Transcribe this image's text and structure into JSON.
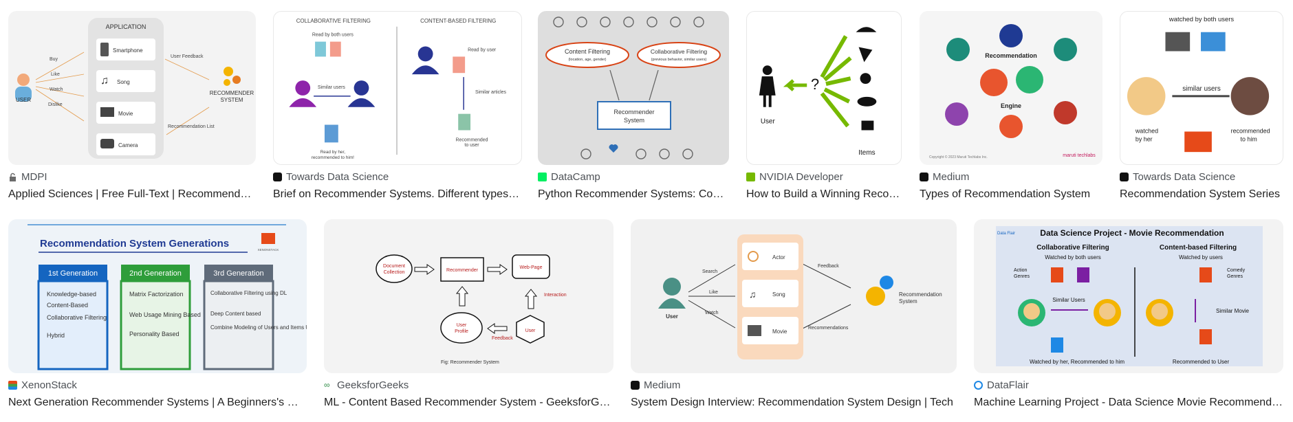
{
  "results": [
    {
      "source": "MDPI",
      "favicon": "lock-icon",
      "title": "Applied Sciences | Free Full-Text | Recommendation Systems",
      "image_text": {
        "app": "APPLICATION",
        "user": "USER",
        "items": [
          "Smartphone",
          "Song",
          "Movie",
          "Camera"
        ],
        "actions": [
          "Buy",
          "Like",
          "Watch",
          "Dislike"
        ],
        "feedback": "User Feedback",
        "system": "RECOMMENDER",
        "system2": "SYSTEM",
        "list": "Recommendation List"
      }
    },
    {
      "source": "Towards Data Science",
      "favicon": "tds-icon",
      "title": "Brief on Recommender Systems. Different types of Recommender",
      "image_text": {
        "left": "COLLABORATIVE FILTERING",
        "right": "CONTENT-BASED FILTERING",
        "both": "Read by both users",
        "similar": "Similar users",
        "readher": "Read by her,",
        "readher2": "recommended to him!",
        "readuser": "Read by user",
        "simart": "Similar articles",
        "rec": "Recommended",
        "rec2": "to user"
      }
    },
    {
      "source": "DataCamp",
      "favicon": "datacamp-icon",
      "title": "Python Recommender Systems: Content Based & Collaborative",
      "image_text": {
        "cf1": "Content Filtering",
        "cf1s": "(location, age, gender)",
        "cf2": "Collaborative Filtering",
        "cf2s": "(previous behavior, similar users)",
        "rs": "Recommender",
        "rs2": "System"
      }
    },
    {
      "source": "NVIDIA Developer",
      "favicon": "nvidia-icon",
      "title": "How to Build a Winning Recommendation System",
      "image_text": {
        "user": "User",
        "items": "Items"
      }
    },
    {
      "source": "Medium",
      "favicon": "medium-icon",
      "title": "Types of Recommendation System",
      "image_text": {
        "top": "Recommendation",
        "mid": "Engine",
        "copy": "Copyright © 2023 Maruti Techlabs Inc.",
        "brand": "maruti techlabs"
      }
    },
    {
      "source": "Towards Data Science",
      "favicon": "tds-icon",
      "title": "Recommendation System Series",
      "image_text": {
        "top": "watched by both users",
        "similar": "similar users",
        "left": "watched",
        "left2": "by her",
        "right": "recommended",
        "right2": "to him"
      }
    },
    {
      "source": "XenonStack",
      "favicon": "xenonstack-icon",
      "title": "Next Generation Recommender Systems | A Beginners's Guide",
      "image_text": {
        "heading": "Recommendation System Generations",
        "brand": "XENONSTACK",
        "columns": [
          {
            "label": "1st Generation",
            "items": [
              "Knowledge-based",
              "Content-Based",
              "Collaborative Filtering",
              "Hybrid"
            ]
          },
          {
            "label": "2nd Generation",
            "items": [
              "Matrix Factorization",
              "Web Usage Mining Based",
              "Personality Based"
            ]
          },
          {
            "label": "3rd Generation",
            "items": [
              "Collaborative Filtering using DL",
              "Deep Content based",
              "Combine Modeling of Users and Items Using Reviews CoNN .etc"
            ]
          }
        ]
      }
    },
    {
      "source": "GeeksforGeeks",
      "favicon": "gfg-icon",
      "title": "ML - Content Based Recommender System - GeeksforGeeks",
      "image_text": {
        "doc": "Document",
        "doc2": "Collection",
        "rec": "Recommender",
        "web": "Web-Page",
        "inter": "Interaction",
        "up": "User",
        "up2": "Profile",
        "fb": "Feedback",
        "user": "User",
        "fig": "Fig: Recommender System"
      }
    },
    {
      "source": "Medium",
      "favicon": "medium-icon",
      "title": "System Design Interview: Recommendation System Design | Tech",
      "image_text": {
        "user": "User",
        "search": "Search",
        "like": "Like",
        "watch": "Watch",
        "items": [
          "Actor",
          "Song",
          "Movie"
        ],
        "feedback": "Feedback",
        "recs": "Recommendations",
        "rs": "Recommendation",
        "rs2": "System"
      }
    },
    {
      "source": "DataFlair",
      "favicon": "dataflair-icon",
      "title": "Machine Learning Project - Data Science Movie Recommendation",
      "image_text": {
        "head": "Data Science Project - Movie Recommendation",
        "cf": "Collaborative Filtering",
        "cb": "Content-based Filtering",
        "both": "Watched by both users",
        "byuser": "Watched by users",
        "action": "Action",
        "action2": "Genres",
        "comedy": "Comedy",
        "comedy2": "Genres",
        "simusers": "Similar Users",
        "simmovie": "Similar Movie",
        "bottom": "Watched by her, Recommended to him",
        "bottom2": "Recommended to User",
        "brand": "Data Flair"
      }
    }
  ],
  "colors": {
    "accent_green": "#76b900",
    "purple": "#7b1fa2",
    "navy": "#1a237e",
    "orange_cf": "#e64a19"
  }
}
